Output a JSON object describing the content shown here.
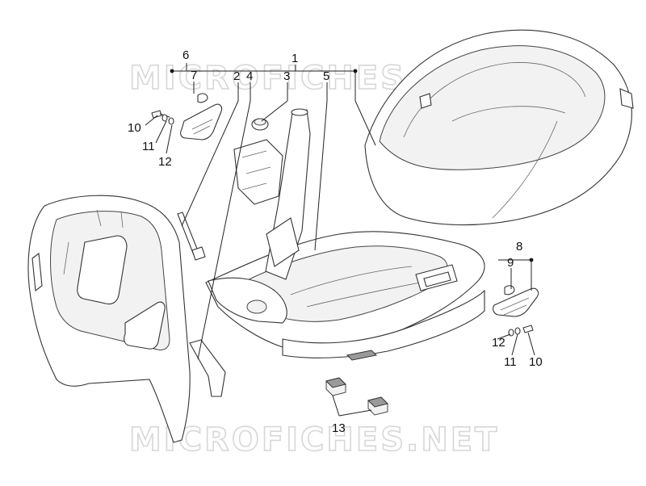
{
  "watermarks": {
    "top": "MICROFICHES.NET",
    "bottom": "MICROFICHES.NET"
  },
  "callouts": {
    "c1": "1",
    "c2": "2",
    "c3": "3",
    "c4": "4",
    "c5": "5",
    "c6": "6",
    "c7": "7",
    "c8": "8",
    "c9": "9",
    "c10a": "10",
    "c11a": "11",
    "c12a": "12",
    "c10b": "10",
    "c11b": "11",
    "c12b": "12",
    "c13": "13"
  },
  "colors": {
    "line": "#333333",
    "watermark": "#d7d7d7",
    "background": "#ffffff"
  }
}
